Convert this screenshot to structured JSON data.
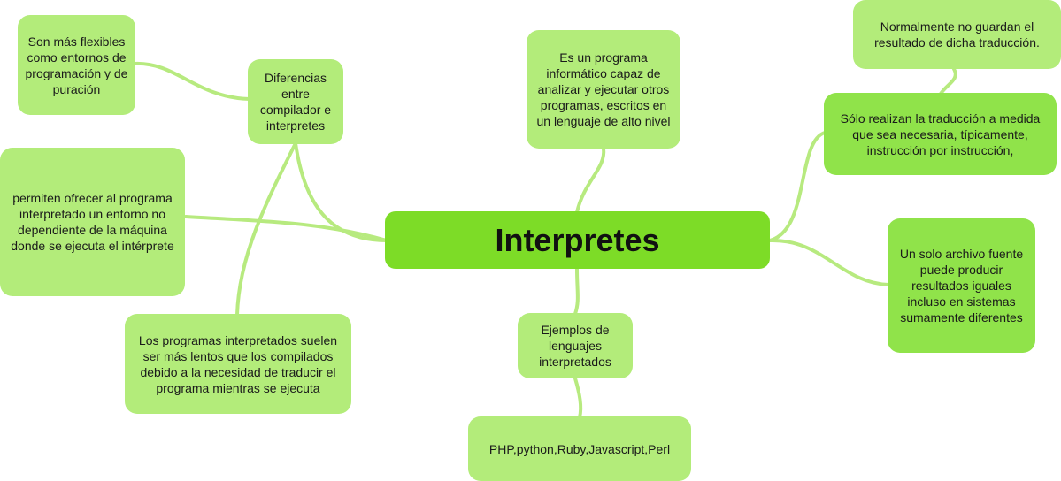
{
  "mindmap": {
    "central": "Interpretes",
    "definition": "Es un programa informático capaz de analizar y ejecutar otros programas, escritos en un lenguaje de alto nivel",
    "differences": "Diferencias entre compilador e interpretes",
    "flexible": "Son más flexibles como entornos de programación y de puración",
    "independent": "permiten ofrecer al programa interpretado un entorno no dependiente de la máquina donde se ejecuta el intérprete",
    "slower": "Los programas interpretados suelen ser más lentos que los compilados debido a la necesidad de traducir el programa mientras se ejecuta",
    "examples_title": "Ejemplos de lenguajes interpretados",
    "examples_list": "PHP,python,Ruby,Javascript,Perl",
    "translate_on_demand": "Sólo realizan la traducción a medida que sea necesaria, típicamente, instrucción por instrucción,",
    "no_save": "Normalmente no guardan el resultado de dicha traducción.",
    "single_source": "Un solo archivo fuente puede producir resultados iguales incluso en sistemas sumamente diferentes"
  }
}
